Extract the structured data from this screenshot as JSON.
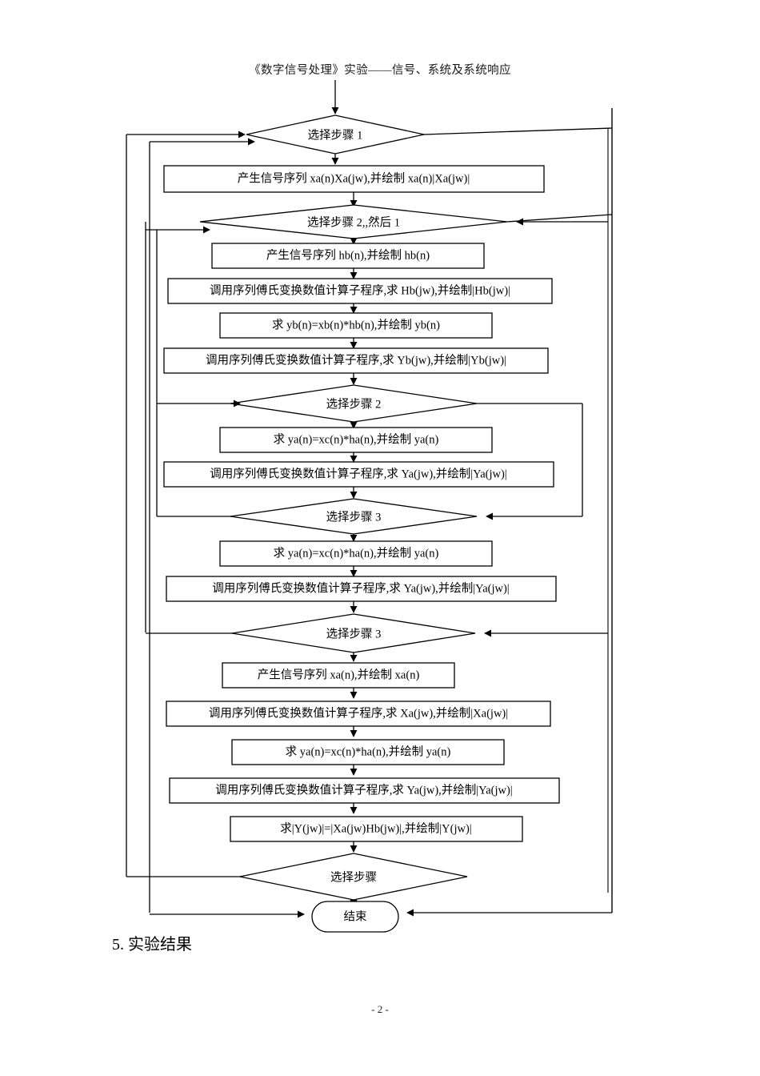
{
  "document": {
    "header": "《数字信号处理》实验——信号、系统及系统响应",
    "section_heading": "5. 实验结果",
    "page_number": "- 2 -"
  },
  "flowchart": {
    "nodes": [
      {
        "id": "d1",
        "type": "decision",
        "text": "选择步骤 1"
      },
      {
        "id": "p1",
        "type": "process",
        "text": "产生信号序列 xa(n)Xa(jw),并绘制 xa(n)|Xa(jw)|"
      },
      {
        "id": "d2",
        "type": "decision",
        "text": "选择步骤 2,,然后 1"
      },
      {
        "id": "p2",
        "type": "process",
        "text": "产生信号序列 hb(n),并绘制 hb(n)"
      },
      {
        "id": "p3",
        "type": "process",
        "text": "调用序列傅氏变换数值计算子程序,求 Hb(jw),并绘制|Hb(jw)|"
      },
      {
        "id": "p4",
        "type": "process",
        "text": "求 yb(n)=xb(n)*hb(n),并绘制 yb(n)"
      },
      {
        "id": "p5",
        "type": "process",
        "text": "调用序列傅氏变换数值计算子程序,求 Yb(jw),并绘制|Yb(jw)|"
      },
      {
        "id": "d3",
        "type": "decision",
        "text": "选择步骤 2"
      },
      {
        "id": "p6",
        "type": "process",
        "text": "求 ya(n)=xc(n)*ha(n),并绘制 ya(n)"
      },
      {
        "id": "p7",
        "type": "process",
        "text": "调用序列傅氏变换数值计算子程序,求 Ya(jw),并绘制|Ya(jw)|"
      },
      {
        "id": "d4",
        "type": "decision",
        "text": "选择步骤 3"
      },
      {
        "id": "p8",
        "type": "process",
        "text": "求 ya(n)=xc(n)*ha(n),并绘制 ya(n)"
      },
      {
        "id": "p9",
        "type": "process",
        "text": "调用序列傅氏变换数值计算子程序,求 Ya(jw),并绘制|Ya(jw)|"
      },
      {
        "id": "d5",
        "type": "decision",
        "text": "选择步骤 3"
      },
      {
        "id": "p10",
        "type": "process",
        "text": "产生信号序列 xa(n),并绘制 xa(n)"
      },
      {
        "id": "p11",
        "type": "process",
        "text": "调用序列傅氏变换数值计算子程序,求 Xa(jw),并绘制|Xa(jw)|"
      },
      {
        "id": "p12",
        "type": "process",
        "text": "求 ya(n)=xc(n)*ha(n),并绘制 ya(n)"
      },
      {
        "id": "p13",
        "type": "process",
        "text": "调用序列傅氏变换数值计算子程序,求 Ya(jw),并绘制|Ya(jw)|"
      },
      {
        "id": "p14",
        "type": "process",
        "text": "求|Y(jw)|=|Xa(jw)Hb(jw)|,并绘制|Y(jw)|"
      },
      {
        "id": "d6",
        "type": "decision",
        "text": "选择步骤"
      },
      {
        "id": "t1",
        "type": "terminator",
        "text": "结束"
      }
    ],
    "stroke_color": "#000000"
  }
}
